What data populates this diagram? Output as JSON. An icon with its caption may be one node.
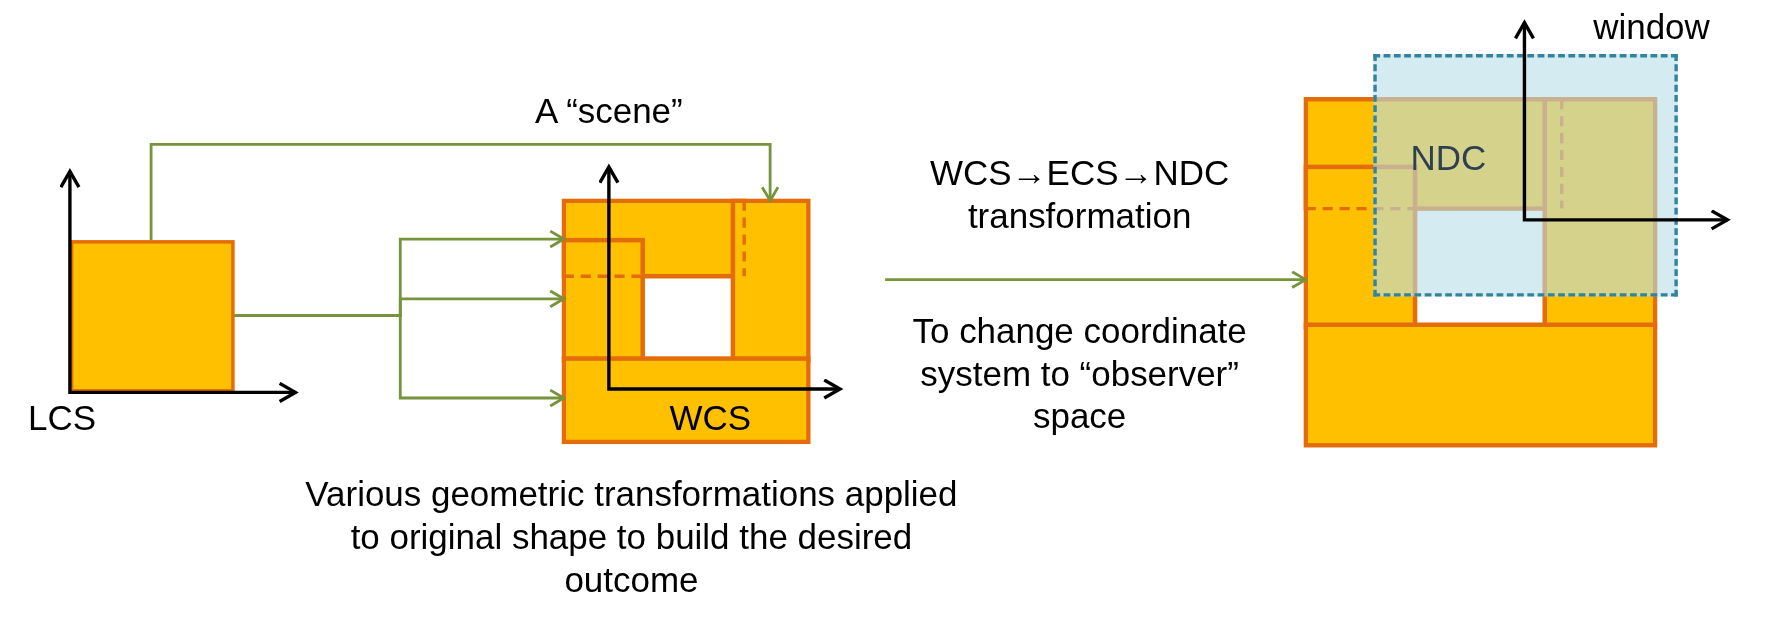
{
  "diagram": {
    "nodes": [
      {
        "text": [],
        "shape": "box"
      },
      {
        "text": [],
        "shape": "picture"
      },
      {
        "text": [],
        "shape": "picture"
      },
      {
        "text": [
          "NDC"
        ],
        "beside": [
          "window"
        ]
      }
    ],
    "edges": [
      {
        "from": 0,
        "to": 1,
        "arrow": "to",
        "label": "A “scene”"
      },
      {
        "from": 0,
        "to": 1,
        "arrow": "to"
      },
      {
        "from": 0,
        "to": 1,
        "arrow": "to"
      },
      {
        "from": 0,
        "to": 1,
        "arrow": "to"
      },
      {
        "from": 1,
        "to": 2,
        "arrow": "to",
        "label": "WCS→ECS→NDC transformation"
      }
    ],
    "labels": [
      "LCS",
      "WCS",
      "To change coordinate system to “observer” space",
      "Various geometric transformations applied to original shape to build the desired outcome"
    ]
  }
}
